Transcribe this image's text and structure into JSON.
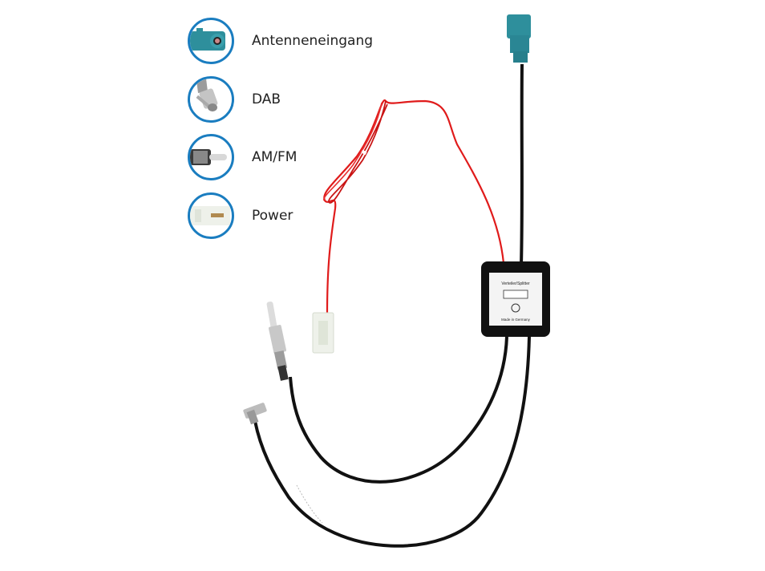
{
  "legend": {
    "items": [
      {
        "label": "Antenneneingang",
        "icon": "fakra-connector-icon",
        "color": "#2e8f9c"
      },
      {
        "label": "DAB",
        "icon": "smb-connector-icon",
        "color": "#b0b0b0"
      },
      {
        "label": "AM/FM",
        "icon": "din-plug-icon",
        "color": "#9a9a9a"
      },
      {
        "label": "Power",
        "icon": "power-plug-icon",
        "color": "#e8ece4"
      }
    ],
    "ring_color": "#1a7dc0"
  },
  "product": {
    "splitter_label_title": "Verteiler/Splitter",
    "splitter_label_origin": "Made in Germany",
    "wire_power_color": "#e01b1b",
    "cable_color": "#111111",
    "fakra_color": "#2e8f9c"
  }
}
